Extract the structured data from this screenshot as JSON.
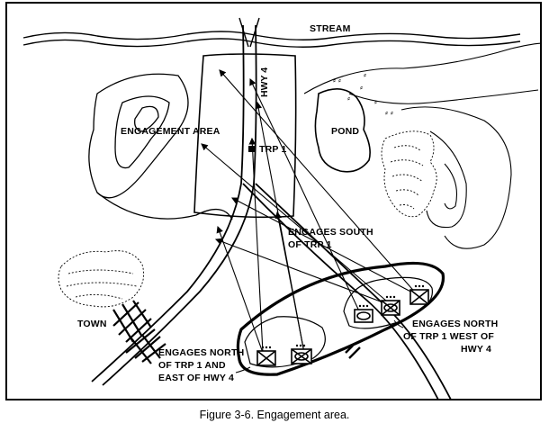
{
  "labels": {
    "stream": "STREAM",
    "hwy": "HWY 4",
    "engagement_area": "ENGAGEMENT AREA",
    "trp": "TRP 1",
    "pond": "POND",
    "town": "TOWN",
    "engages_south_1": "ENGAGES SOUTH",
    "engages_south_2": "OF TRP 1",
    "engages_north_west_1": "ENGAGES NORTH",
    "engages_north_west_2": "OF TRP 1 WEST OF",
    "engages_north_west_3": "HWY 4",
    "engages_north_east_1": "ENGAGES NORTH",
    "engages_north_east_2": "OF TRP 1 AND",
    "engages_north_east_3": "EAST OF HWY 4"
  },
  "caption": "Figure 3-6.  Engagement area."
}
